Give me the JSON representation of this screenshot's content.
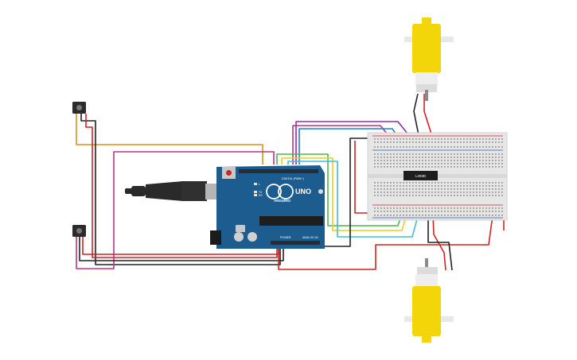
{
  "arduino": {
    "brand": "ARDUINO",
    "model": "UNO",
    "digital_label": "DIGITAL (PWM~)",
    "power_label": "POWER",
    "analog_label": "ANALOG IN",
    "tx_label": "TX",
    "rx_label": "RX",
    "l_label": "L"
  },
  "driver_ic": {
    "label": "L293D"
  },
  "colors": {
    "board": "#1d5c8e",
    "breadboard": "#e6e6e6",
    "motor": "#f2d60a",
    "wire_red": "#d22222",
    "wire_black": "#222222",
    "wire_orange": "#d9901a",
    "wire_magenta": "#c0308f",
    "wire_purple": "#8a2ea8",
    "wire_blue": "#1f7fd1",
    "wire_green": "#4ab84a",
    "wire_yellow": "#e2d21a",
    "wire_cyan": "#49b8da"
  }
}
